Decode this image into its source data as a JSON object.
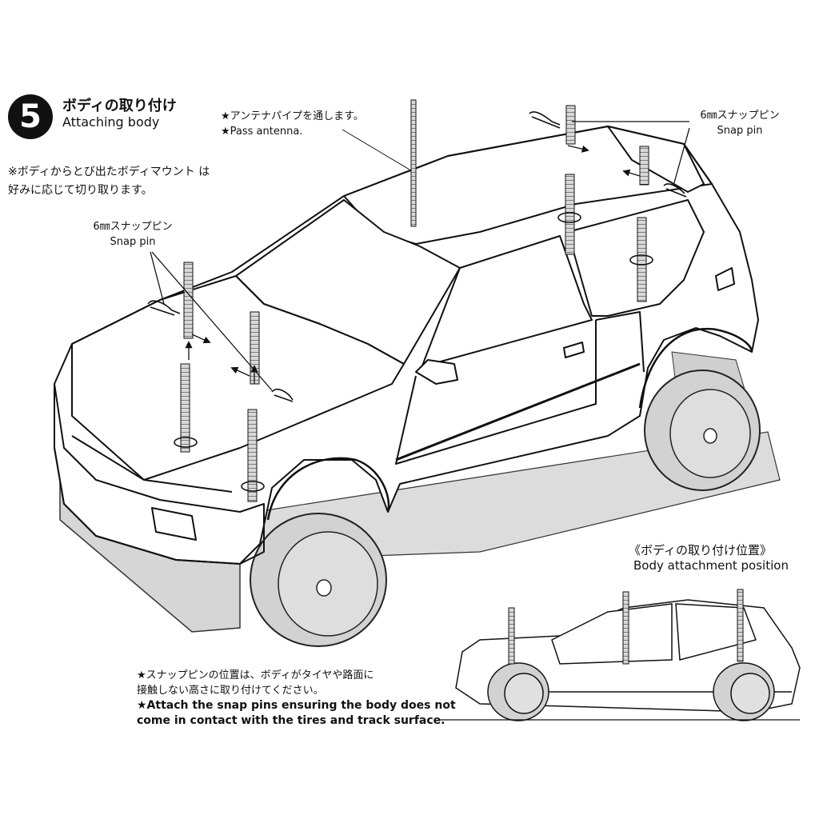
{
  "step": {
    "number": "5",
    "title_ja": "ボディの取り付け",
    "title_en": "Attaching body"
  },
  "notes": {
    "trim_mounts_ja_line1": "※ボディからとび出たボディマウント は",
    "trim_mounts_ja_line2": "好みに応じて切り取ります。",
    "antenna_ja": "★アンテナパイプを通します。",
    "antenna_en": "★Pass antenna.",
    "snap_pin_left_ja": "6㎜スナップピン",
    "snap_pin_left_en": "Snap pin",
    "snap_pin_right_ja": "6㎜スナップピン",
    "snap_pin_right_en": "Snap pin",
    "position_title_ja": "《ボディの取り付け位置》",
    "position_title_en": "Body attachment position",
    "bottom_ja_line1": "★スナップピンの位置は、ボディがタイヤや路面に",
    "bottom_ja_line2": "接触しない高さに取り付けてください。",
    "bottom_en_line1": "★Attach the snap pins ensuring the body does not",
    "bottom_en_line2": "come in contact with the tires and track surface."
  },
  "icons": [
    "snap-pin-icon",
    "body-post-icon",
    "antenna-pipe-icon",
    "arrow-icon"
  ],
  "colors": {
    "line": "#111111",
    "chassis_gray": "#d6d6d6",
    "tire_gray": "#d2d2d2"
  }
}
